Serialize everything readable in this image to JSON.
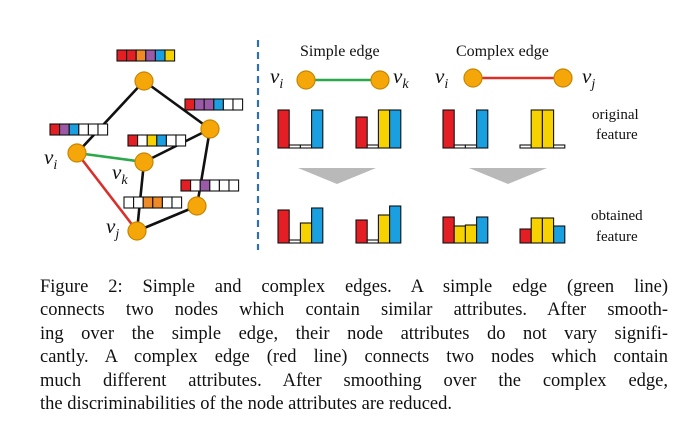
{
  "colors": {
    "red": "#e31e24",
    "yellow": "#f5d200",
    "blue": "#1aa0e0",
    "orange": "#f08a24",
    "purple": "#9b5aa8",
    "node": "#f5a70a",
    "node_stroke": "#c98500",
    "simple_edge": "#2aa84a",
    "complex_edge": "#d8312c",
    "divider": "#2e6fb5",
    "arrow": "#b9b9b9"
  },
  "graph": {
    "labels": {
      "vi": "v",
      "vi_sub": "i",
      "vk": "v",
      "vk_sub": "k",
      "vj": "v",
      "vj_sub": "j"
    }
  },
  "right_panel": {
    "simple_title": "Simple edge",
    "complex_title": "Complex edge",
    "simple_left_node": "v",
    "simple_left_sub": "i",
    "simple_right_node": "v",
    "simple_right_sub": "k",
    "complex_left_node": "v",
    "complex_left_sub": "i",
    "complex_right_node": "v",
    "complex_right_sub": "j",
    "row1_label_a": "original",
    "row1_label_b": "feature",
    "row2_label_a": "obtained",
    "row2_label_b": "feature"
  },
  "caption": {
    "line1": "Figure 2: Simple and complex edges. A simple edge (green line)",
    "line2": "connects two nodes which contain similar attributes. After smooth-",
    "line3": "ing over the simple edge, their node attributes do not vary signifi-",
    "line4": "cantly. A complex edge (red line) connects two nodes which contain",
    "line5": "much different attributes. After smoothing over the complex edge,",
    "line6": "the discriminabilities of the node attributes are reduced."
  }
}
